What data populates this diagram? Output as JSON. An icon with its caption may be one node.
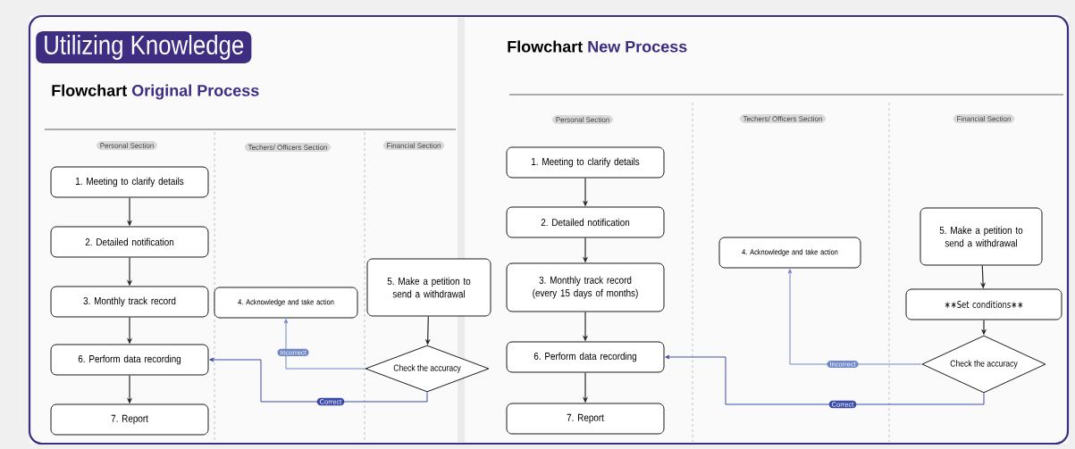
{
  "diagram": {
    "title": "Utilizing Knowledge",
    "nodes": [
      {
        "text": [
          "1. Meeting to clarify details"
        ]
      },
      {
        "text": [
          "2. Detailed notification"
        ]
      },
      {
        "text": [
          "3. Monthly track record"
        ]
      },
      {
        "text": [
          "6. Perform data recording"
        ]
      },
      {
        "text": [
          "7. Report"
        ]
      },
      {
        "text": [
          "4. Acknowledge and take action"
        ]
      },
      {
        "text": [
          "5. Make a petition to send a withdrawal"
        ]
      },
      {
        "text": [
          "Check the accuracy"
        ]
      },
      {
        "text": [
          "1. Meeting to clarify details"
        ]
      },
      {
        "text": [
          "2. Detailed notification"
        ]
      },
      {
        "text": [
          "3. Monthly track record (every 15 days of months)"
        ]
      },
      {
        "text": [
          "6. Perform data recording"
        ]
      },
      {
        "text": [
          "7. Report"
        ]
      },
      {
        "text": [
          "4. Acknowledge and take action"
        ]
      },
      {
        "text": [
          "5. Make a petition to send a withdrawal"
        ]
      },
      {
        "text": [
          "∗∗Set conditions∗∗"
        ]
      },
      {
        "text": [
          "Check the accuracy"
        ]
      }
    ],
    "edges": [
      {
        "from": 0,
        "to": 1,
        "arrow": "to"
      },
      {
        "from": 1,
        "to": 2,
        "arrow": "to"
      },
      {
        "from": 2,
        "to": 3,
        "arrow": "to"
      },
      {
        "from": 3,
        "to": 4,
        "arrow": "to"
      },
      {
        "from": 6,
        "to": 7,
        "arrow": "to"
      },
      {
        "from": 7,
        "to": 5,
        "arrow": "to",
        "label": "Incorrect",
        "color": "#7088c8"
      },
      {
        "from": 7,
        "to": 3,
        "arrow": "to",
        "label": "Correct",
        "color": "#3a4aa6"
      },
      {
        "from": 8,
        "to": 9,
        "arrow": "to"
      },
      {
        "from": 9,
        "to": 10,
        "arrow": "to"
      },
      {
        "from": 10,
        "to": 11,
        "arrow": "to"
      },
      {
        "from": 11,
        "to": 12,
        "arrow": "to"
      },
      {
        "from": 14,
        "to": 15,
        "arrow": "to"
      },
      {
        "from": 15,
        "to": 16,
        "arrow": "to"
      },
      {
        "from": 16,
        "to": 13,
        "arrow": "to",
        "label": "Incorrect",
        "color": "#7088c8"
      },
      {
        "from": 16,
        "to": 11,
        "arrow": "to",
        "label": "Correct",
        "color": "#3a4aa6"
      }
    ],
    "labels": [
      "Flowchart",
      "Original Process",
      "Personal Section",
      "Techers/ Officers Section",
      "Financial Section",
      "Flowchart",
      "New Process",
      "Personal Section",
      "Techers/ Officers Section",
      "Financial Section"
    ]
  }
}
